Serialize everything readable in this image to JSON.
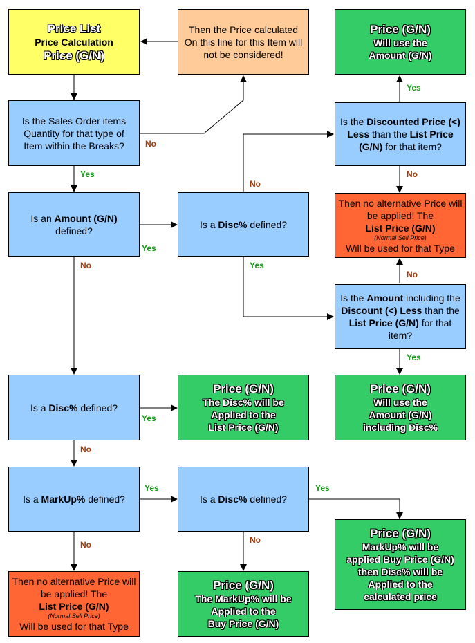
{
  "nodes": {
    "start": {
      "line1": "Price List",
      "line2": "Price Calculation",
      "line3": "Price (G/N)"
    },
    "not_considered": {
      "text": "Then the Price calculated On this line for this Item will not be considered!"
    },
    "q_breaks": {
      "text": "Is the Sales Order items Quantity for that type of Item within the Breaks?"
    },
    "q_amount": {
      "pre": "Is an ",
      "bold": "Amount (G/N)",
      "post": " defined?"
    },
    "q_disc_top": {
      "pre": "Is a ",
      "bold": "Disc%",
      "post": " defined?"
    },
    "r_use_amount": {
      "title": "Price (G/N)",
      "line1": "Will use the",
      "line2": "Amount (G/N)"
    },
    "q_discounted_less": {
      "pre": "Is the ",
      "bold1": "Discounted Price (<) Less",
      "mid": " than the ",
      "bold2": "List Price (G/N)",
      "post": " for that item?"
    },
    "no_alt_1": {
      "line1": "Then no alternative Price will be applied! The",
      "bold": "List Price (G/N)",
      "small": "(Normal Sell Price)",
      "line2": "Will be used for that Type"
    },
    "q_amount_disc_less": {
      "pre": "Is the ",
      "bold1": "Amount",
      "mid1": " including the ",
      "bold2": "Discount (<) Less",
      "mid2": " than the ",
      "bold3": "List Price (G/N)",
      "post": " for that item?"
    },
    "q_disc_mid": {
      "pre": "Is a ",
      "bold": "Disc%",
      "post": " defined?"
    },
    "r_disc_list": {
      "title": "Price (G/N)",
      "line1": "The Disc% will be",
      "line2": "Applied to the",
      "line3": "List Price (G/N)"
    },
    "r_amount_disc": {
      "title": "Price (G/N)",
      "line1": "Will use the",
      "line2": "Amount (G/N)",
      "line3": "including Disc%"
    },
    "q_markup": {
      "pre": "Is a ",
      "bold": "MarkUp%",
      "post": " defined?"
    },
    "q_disc_bottom": {
      "pre": "Is a ",
      "bold": "Disc%",
      "post": " defined?"
    },
    "r_markup_disc": {
      "title": "Price (G/N)",
      "line1": "MarkUp% will be",
      "line2": "applied Buy Price (G/N)",
      "line3": "then Disc% will be",
      "line4": "Applied to the",
      "line5": "calculated price"
    },
    "no_alt_2": {
      "line1": "Then no alternative Price will be applied! The",
      "bold": "List Price (G/N)",
      "small": "(Normal Sell Price)",
      "line2": "Will be used for that Type"
    },
    "r_markup_buy": {
      "title": "Price (G/N)",
      "line1": "The MarkUp% will be",
      "line2": "Applied to the",
      "line3": "Buy Price (G/N)"
    }
  },
  "labels": {
    "yes": "Yes",
    "no": "No"
  },
  "colors": {
    "question": "#99ccff",
    "result": "#33cc66",
    "start": "#ffff66",
    "note": "#ffcc99",
    "fallback": "#ff6633",
    "yes_label": "#129a12",
    "no_label": "#a23a0c"
  }
}
